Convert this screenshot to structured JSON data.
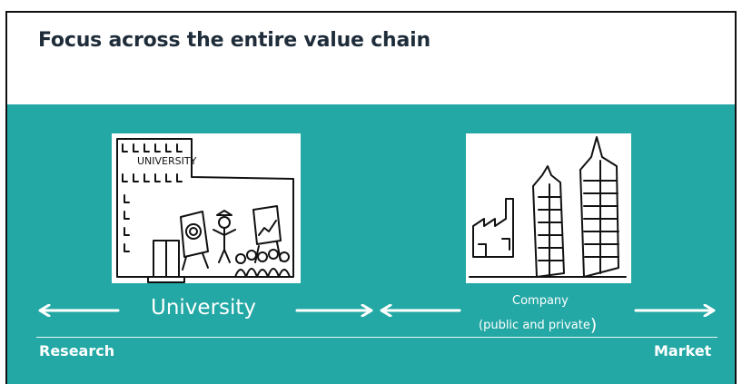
{
  "slide": {
    "title": "Focus across the entire value chain",
    "band_color": "#24a8a5",
    "title_color": "#1f2d3a"
  },
  "university": {
    "label": "University",
    "sketch_text": "UNIVERSITY",
    "sketch_icon": "university-building-sketch"
  },
  "company": {
    "label": "Company",
    "sublabel": "(public and private",
    "sublabel_close": ")",
    "sketch_icon": "company-buildings-sketch"
  },
  "axis": {
    "start_label": "Research",
    "end_label": "Market"
  }
}
